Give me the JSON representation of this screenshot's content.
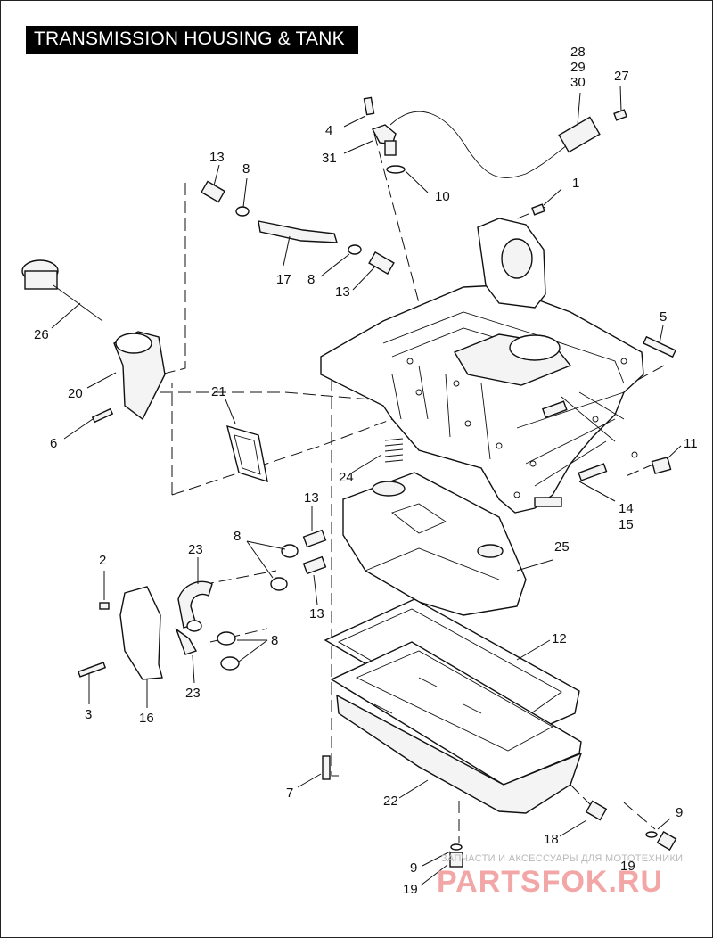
{
  "header": {
    "title": "TRANSMISSION HOUSING & TANK"
  },
  "watermark": {
    "caption": "ЗАПЧАСТИ И АКСЕССУАРЫ ДЛЯ МОТОТЕХНИКИ",
    "logo_text": "PARTSFOK.RU"
  },
  "callouts": [
    "28",
    "29",
    "30",
    "27",
    "4",
    "31",
    "10",
    "1",
    "13",
    "8",
    "17",
    "8",
    "13",
    "26",
    "20",
    "6",
    "21",
    "5",
    "11",
    "24",
    "14",
    "15",
    "13",
    "8",
    "23",
    "2",
    "25",
    "13",
    "12",
    "8",
    "3",
    "16",
    "23",
    "7",
    "22",
    "9",
    "18",
    "9",
    "19",
    "19"
  ],
  "colors": {
    "title_bg": "#000000",
    "title_fg": "#ffffff",
    "line": "#111111",
    "watermark": "#f2a6a6"
  }
}
